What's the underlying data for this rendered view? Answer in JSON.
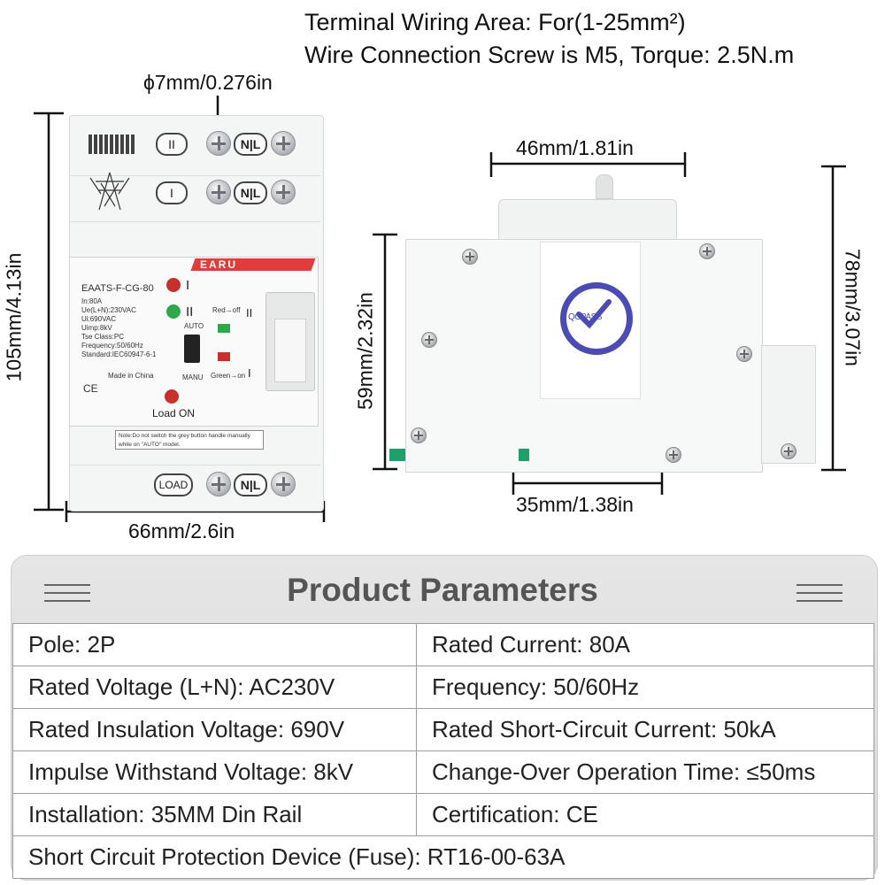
{
  "header": {
    "line1": "Terminal Wiring Area: For(1-25mm²)",
    "line2": "Wire Connection Screw is M5, Torque: 2.5N.m"
  },
  "dimensions": {
    "hole_diameter": "ϕ7mm/0.276in",
    "height_front": "105mm/4.13in",
    "width_front": "66mm/2.6in",
    "top_width_side": "46mm/1.81in",
    "body_height_side": "59mm/2.32in",
    "total_height_side": "78mm/3.07in",
    "rail_width_side": "35mm/1.38in"
  },
  "device_front": {
    "pole_ii": "II",
    "pole_i": "I",
    "nl": "N|L",
    "load": "LOAD",
    "brand": "EARU",
    "model": "EAATS-F-CG-80",
    "specs": [
      "In:80A",
      "Ue(L+N):230VAC",
      "Ui:690VAC",
      "Uimp:8kV",
      "Tse Class:PC",
      "Frequency:50/60Hz",
      "Standard:IEC60947-6-1"
    ],
    "made_in": "Made in China",
    "ce_mark": "CE",
    "indicator_i": "I",
    "indicator_ii": "II",
    "auto_label": "AUTO",
    "manu_label": "MANU",
    "red_off": "Red→off",
    "green_on": "Green→on",
    "lever_top": "II",
    "lever_bottom": "I",
    "load_on": "Load ON",
    "note": "Note:Do not switch the grey button handle manually while on \"AUTO\" model."
  },
  "device_side": {
    "badge": "QCPASS"
  },
  "parameters": {
    "title": "Product Parameters",
    "rows": [
      [
        "Pole: 2P",
        "Rated Current: 80A"
      ],
      [
        "Rated Voltage (L+N): AC230V",
        "Frequency: 50/60Hz"
      ],
      [
        "Rated Insulation Voltage: 690V",
        "Rated Short-Circuit Current: 50kA"
      ],
      [
        "Impulse Withstand Voltage: 8kV",
        "Change-Over Operation Time: ≤50ms"
      ],
      [
        "Installation: 35MM Din Rail",
        "Certification: CE"
      ]
    ],
    "last_row": "Short Circuit Protection Device (Fuse): RT16-00-63A"
  },
  "colors": {
    "brand_red": "#e23b3b",
    "badge_blue": "#4a4bb5",
    "indicator_green": "#2ea84a",
    "indicator_red": "#c9302c",
    "rail_clip_green": "#1fa06a"
  }
}
